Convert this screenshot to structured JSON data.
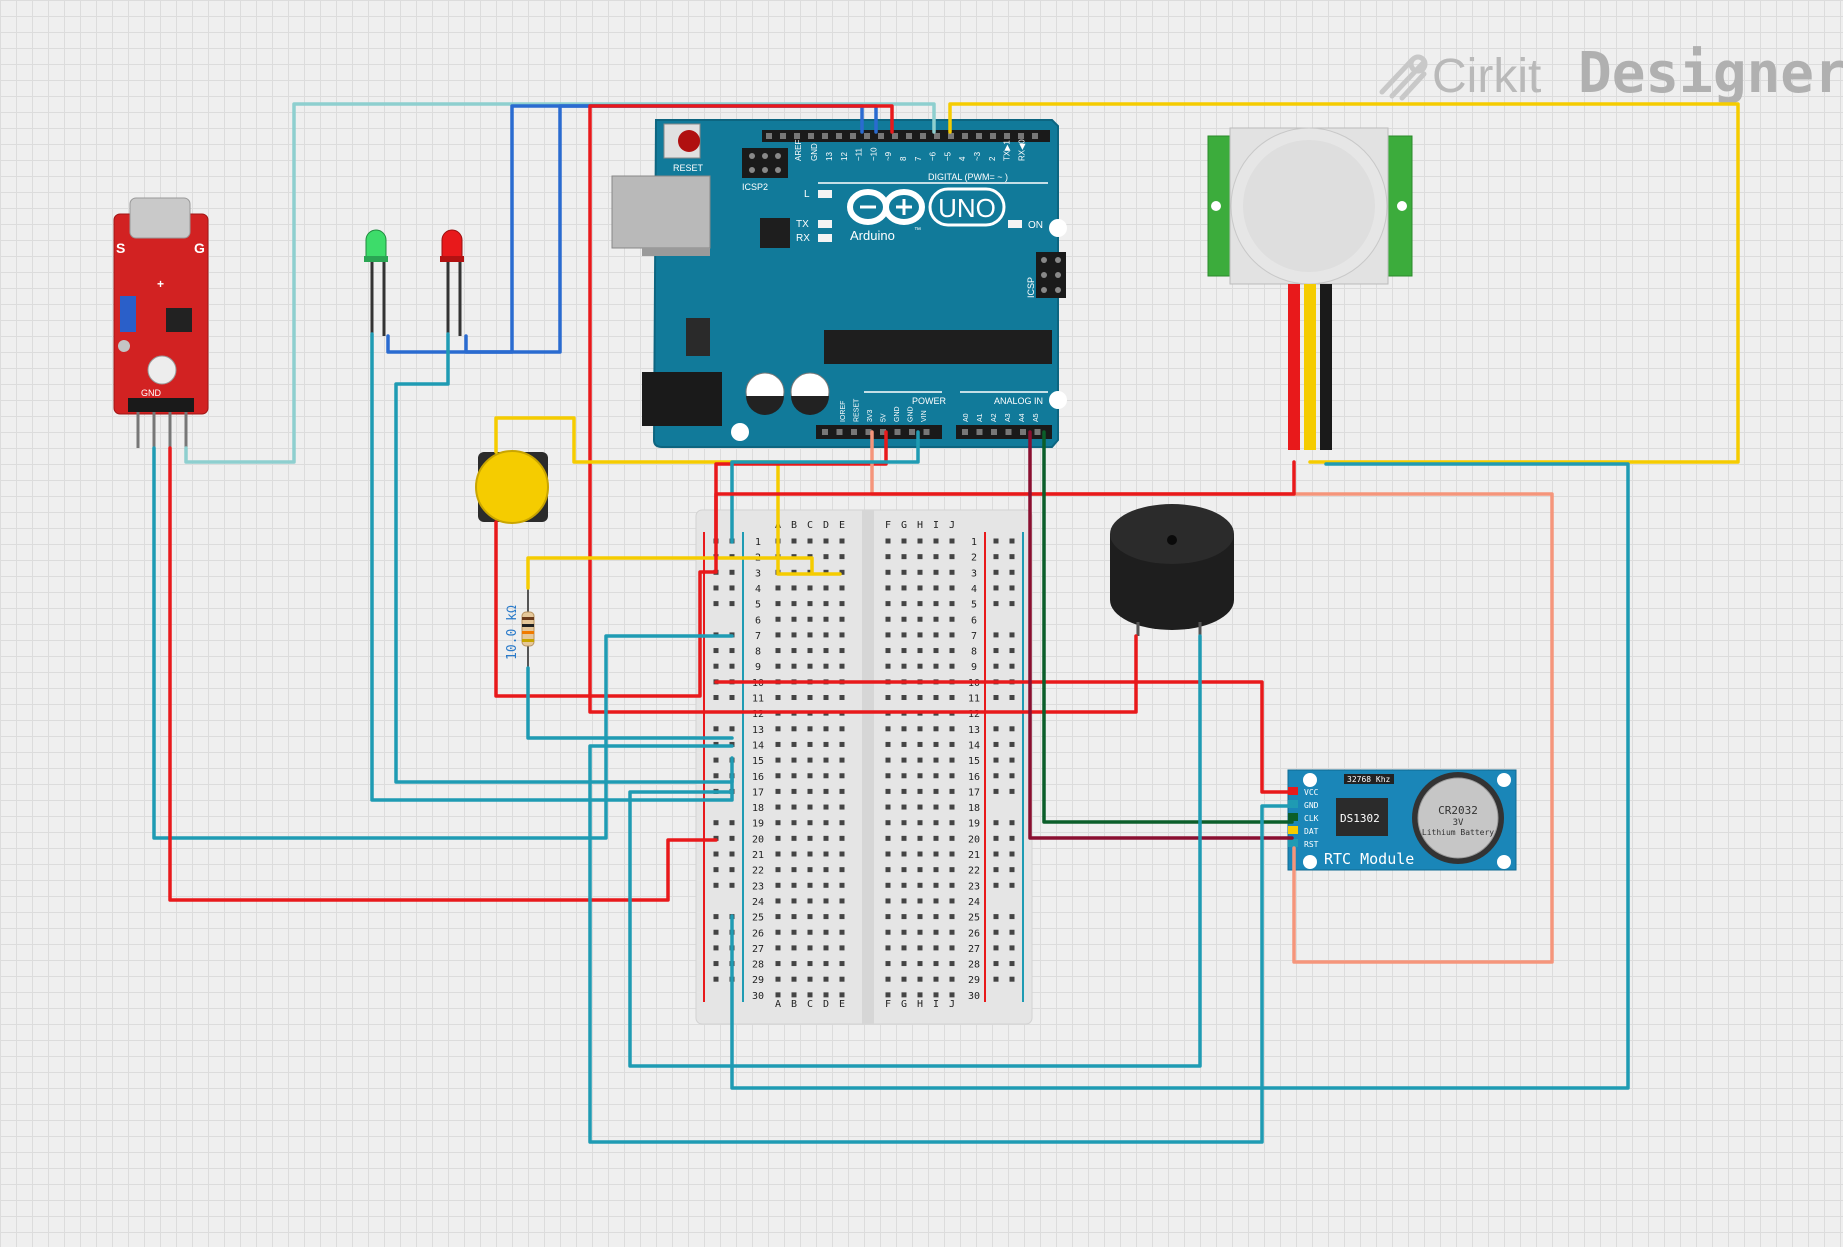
{
  "brand": {
    "prefix": "Cirkit",
    "suffix": "Designer"
  },
  "arduino": {
    "reset": "RESET",
    "icsp2": "ICSP2",
    "icsp": "ICSP",
    "aref": "AREF",
    "gnd": "GND",
    "digital_pins": [
      "13",
      "12",
      "~11",
      "~10",
      "~9",
      "8",
      "7",
      "~6",
      "~5",
      "4",
      "~3",
      "2",
      "TX▶1",
      "RX◀0"
    ],
    "digital_label": "DIGITAL (PWM= ~ )",
    "l": "L",
    "tx": "TX",
    "rx": "RX",
    "on": "ON",
    "logo_text": "Arduino",
    "uno": "UNO",
    "tm": "™",
    "power_label": "POWER",
    "analog_label": "ANALOG IN",
    "power_pins": [
      "IOREF",
      "RESET",
      "3V3",
      "5V",
      "GND",
      "GND",
      "VIN"
    ],
    "analog_pins": [
      "A0",
      "A1",
      "A2",
      "A3",
      "A4",
      "A5"
    ]
  },
  "mic": {
    "s": "S",
    "g": "G",
    "gnd": "GND",
    "plus": "+"
  },
  "resistor": {
    "value": "10.0 kΩ"
  },
  "breadboard": {
    "cols_left": [
      "A",
      "B",
      "C",
      "D",
      "E"
    ],
    "cols_right": [
      "F",
      "G",
      "H",
      "I",
      "J"
    ],
    "rows": [
      "1",
      "2",
      "3",
      "4",
      "5",
      "6",
      "7",
      "8",
      "9",
      "10",
      "11",
      "12",
      "13",
      "14",
      "15",
      "16",
      "17",
      "18",
      "19",
      "20",
      "21",
      "22",
      "23",
      "24",
      "25",
      "26",
      "27",
      "28",
      "29",
      "30"
    ]
  },
  "rtc": {
    "freq": "32768 Khz",
    "chip": "DS1302",
    "battery_l1": "CR2032",
    "battery_l2": "3V",
    "battery_l3": "Lithium Battery",
    "title": "RTC Module",
    "pins": [
      "VCC",
      "GND",
      "CLK",
      "DAT",
      "RST"
    ]
  },
  "colors": {
    "red": "#e8191b",
    "teal": "#1f9bb3",
    "blue": "#2a6bd0",
    "lightteal": "#8ecfcf",
    "yellow": "#f5cc00",
    "salmon": "#f5957b",
    "darkgreen": "#0b5e2a",
    "maroon": "#8a0f30",
    "board": "#117a9a"
  }
}
